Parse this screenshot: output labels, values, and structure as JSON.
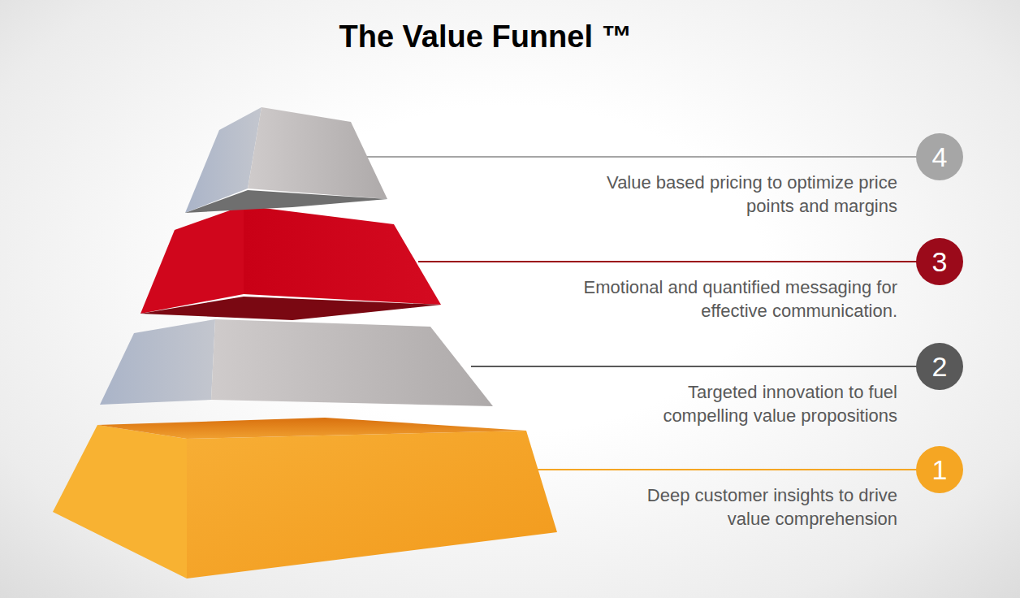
{
  "diagram": {
    "title": "The Value Funnel ™",
    "nodes": [
      {
        "text": [
          "4",
          "Value based pricing to optimize price points and margins"
        ]
      },
      {
        "text": [
          "3",
          "Emotional and quantified messaging for effective communication."
        ]
      },
      {
        "text": [
          "2",
          "Targeted innovation to fuel compelling value propositions"
        ]
      },
      {
        "text": [
          "1",
          "Deep customer insights to drive value comprehension"
        ]
      }
    ]
  }
}
